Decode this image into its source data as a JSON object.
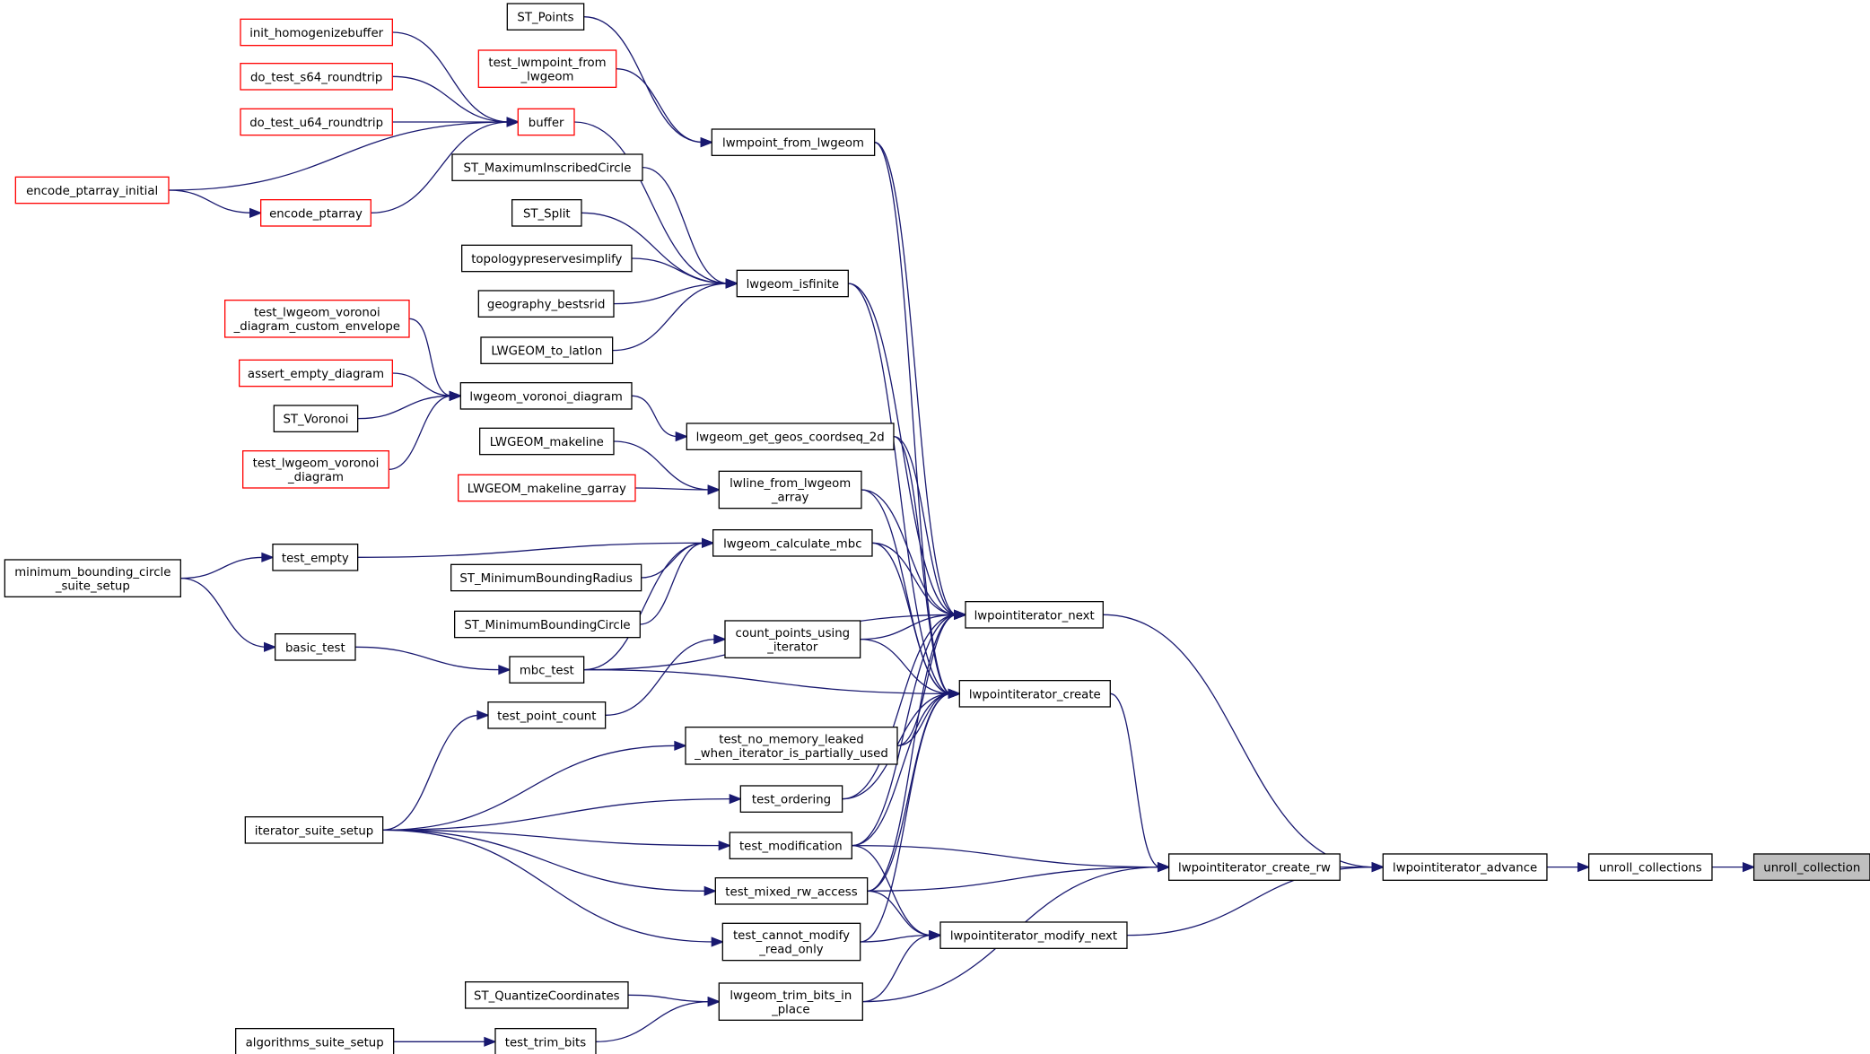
{
  "graph": {
    "title": "",
    "nodes": [
      {
        "id": "init_homogenizebuffer",
        "label": [
          "init_homogenizebuffer"
        ],
        "truncated": true
      },
      {
        "id": "do_test_s64_roundtrip",
        "label": [
          "do_test_s64_roundtrip"
        ],
        "truncated": true
      },
      {
        "id": "do_test_u64_roundtrip",
        "label": [
          "do_test_u64_roundtrip"
        ],
        "truncated": true
      },
      {
        "id": "encode_ptarray_initial",
        "label": [
          "encode_ptarray_initial"
        ],
        "truncated": true
      },
      {
        "id": "encode_ptarray",
        "label": [
          "encode_ptarray"
        ],
        "truncated": true
      },
      {
        "id": "buffer",
        "label": [
          "buffer"
        ],
        "truncated": true
      },
      {
        "id": "ST_Points",
        "label": [
          "ST_Points"
        ],
        "truncated": false
      },
      {
        "id": "test_lwmpoint_from_lwgeom",
        "label": [
          "test_lwmpoint_from",
          "_lwgeom"
        ],
        "truncated": true
      },
      {
        "id": "lwmpoint_from_lwgeom",
        "label": [
          "lwmpoint_from_lwgeom"
        ],
        "truncated": false
      },
      {
        "id": "ST_MaximumInscribedCircle",
        "label": [
          "ST_MaximumInscribedCircle"
        ],
        "truncated": false
      },
      {
        "id": "ST_Split",
        "label": [
          "ST_Split"
        ],
        "truncated": false
      },
      {
        "id": "topologypreservesimplify",
        "label": [
          "topologypreservesimplify"
        ],
        "truncated": false
      },
      {
        "id": "geography_bestsrid",
        "label": [
          "geography_bestsrid"
        ],
        "truncated": false
      },
      {
        "id": "LWGEOM_to_latlon",
        "label": [
          "LWGEOM_to_latlon"
        ],
        "truncated": false
      },
      {
        "id": "lwgeom_isfinite",
        "label": [
          "lwgeom_isfinite"
        ],
        "truncated": false
      },
      {
        "id": "test_lwgeom_voronoi_diagram_custom_envelope",
        "label": [
          "test_lwgeom_voronoi",
          "_diagram_custom_envelope"
        ],
        "truncated": true
      },
      {
        "id": "assert_empty_diagram",
        "label": [
          "assert_empty_diagram"
        ],
        "truncated": true
      },
      {
        "id": "ST_Voronoi",
        "label": [
          "ST_Voronoi"
        ],
        "truncated": false
      },
      {
        "id": "test_lwgeom_voronoi_diagram",
        "label": [
          "test_lwgeom_voronoi",
          "_diagram"
        ],
        "truncated": true
      },
      {
        "id": "lwgeom_voronoi_diagram",
        "label": [
          "lwgeom_voronoi_diagram"
        ],
        "truncated": false
      },
      {
        "id": "lwgeom_get_geos_coordseq_2d",
        "label": [
          "lwgeom_get_geos_coordseq_2d"
        ],
        "truncated": false
      },
      {
        "id": "LWGEOM_makeline",
        "label": [
          "LWGEOM_makeline"
        ],
        "truncated": false
      },
      {
        "id": "LWGEOM_makeline_garray",
        "label": [
          "LWGEOM_makeline_garray"
        ],
        "truncated": true
      },
      {
        "id": "lwline_from_lwgeom_array",
        "label": [
          "lwline_from_lwgeom",
          "_array"
        ],
        "truncated": false
      },
      {
        "id": "minimum_bounding_circle_suite_setup",
        "label": [
          "minimum_bounding_circle",
          "_suite_setup"
        ],
        "truncated": false
      },
      {
        "id": "test_empty",
        "label": [
          "test_empty"
        ],
        "truncated": false
      },
      {
        "id": "ST_MinimumBoundingRadius",
        "label": [
          "ST_MinimumBoundingRadius"
        ],
        "truncated": false
      },
      {
        "id": "ST_MinimumBoundingCircle",
        "label": [
          "ST_MinimumBoundingCircle"
        ],
        "truncated": false
      },
      {
        "id": "lwgeom_calculate_mbc",
        "label": [
          "lwgeom_calculate_mbc"
        ],
        "truncated": false
      },
      {
        "id": "basic_test",
        "label": [
          "basic_test"
        ],
        "truncated": false
      },
      {
        "id": "mbc_test",
        "label": [
          "mbc_test"
        ],
        "truncated": false
      },
      {
        "id": "count_points_using_iterator",
        "label": [
          "count_points_using",
          "_iterator"
        ],
        "truncated": false
      },
      {
        "id": "lwpointiterator_next",
        "label": [
          "lwpointiterator_next"
        ],
        "truncated": false
      },
      {
        "id": "test_point_count",
        "label": [
          "test_point_count"
        ],
        "truncated": false
      },
      {
        "id": "lwpointiterator_create",
        "label": [
          "lwpointiterator_create"
        ],
        "truncated": false
      },
      {
        "id": "test_no_memory_leaked",
        "label": [
          "test_no_memory_leaked",
          "_when_iterator_is_partially_used"
        ],
        "truncated": false
      },
      {
        "id": "iterator_suite_setup",
        "label": [
          "iterator_suite_setup"
        ],
        "truncated": false
      },
      {
        "id": "test_ordering",
        "label": [
          "test_ordering"
        ],
        "truncated": false
      },
      {
        "id": "test_modification",
        "label": [
          "test_modification"
        ],
        "truncated": false
      },
      {
        "id": "test_mixed_rw_access",
        "label": [
          "test_mixed_rw_access"
        ],
        "truncated": false
      },
      {
        "id": "lwpointiterator_create_rw",
        "label": [
          "lwpointiterator_create_rw"
        ],
        "truncated": false
      },
      {
        "id": "lwpointiterator_advance",
        "label": [
          "lwpointiterator_advance"
        ],
        "truncated": false
      },
      {
        "id": "unroll_collections",
        "label": [
          "unroll_collections"
        ],
        "truncated": false
      },
      {
        "id": "unroll_collection",
        "label": [
          "unroll_collection"
        ],
        "truncated": false,
        "selected": true
      },
      {
        "id": "test_cannot_modify_read_only",
        "label": [
          "test_cannot_modify",
          "_read_only"
        ],
        "truncated": false
      },
      {
        "id": "lwpointiterator_modify_next",
        "label": [
          "lwpointiterator_modify_next"
        ],
        "truncated": false
      },
      {
        "id": "ST_QuantizeCoordinates",
        "label": [
          "ST_QuantizeCoordinates"
        ],
        "truncated": false
      },
      {
        "id": "lwgeom_trim_bits_in_place",
        "label": [
          "lwgeom_trim_bits_in",
          "_place"
        ],
        "truncated": false
      },
      {
        "id": "algorithms_suite_setup",
        "label": [
          "algorithms_suite_setup"
        ],
        "truncated": false
      },
      {
        "id": "test_trim_bits",
        "label": [
          "test_trim_bits"
        ],
        "truncated": false
      }
    ],
    "edges": [
      [
        "init_homogenizebuffer",
        "buffer"
      ],
      [
        "do_test_s64_roundtrip",
        "buffer"
      ],
      [
        "do_test_u64_roundtrip",
        "buffer"
      ],
      [
        "encode_ptarray_initial",
        "buffer"
      ],
      [
        "encode_ptarray_initial",
        "encode_ptarray"
      ],
      [
        "encode_ptarray",
        "buffer"
      ],
      [
        "buffer",
        "lwgeom_isfinite"
      ],
      [
        "ST_Points",
        "lwmpoint_from_lwgeom"
      ],
      [
        "test_lwmpoint_from_lwgeom",
        "lwmpoint_from_lwgeom"
      ],
      [
        "lwmpoint_from_lwgeom",
        "lwpointiterator_next"
      ],
      [
        "lwmpoint_from_lwgeom",
        "lwpointiterator_create"
      ],
      [
        "ST_MaximumInscribedCircle",
        "lwgeom_isfinite"
      ],
      [
        "ST_Split",
        "lwgeom_isfinite"
      ],
      [
        "topologypreservesimplify",
        "lwgeom_isfinite"
      ],
      [
        "geography_bestsrid",
        "lwgeom_isfinite"
      ],
      [
        "LWGEOM_to_latlon",
        "lwgeom_isfinite"
      ],
      [
        "lwgeom_isfinite",
        "lwpointiterator_next"
      ],
      [
        "lwgeom_isfinite",
        "lwpointiterator_create"
      ],
      [
        "test_lwgeom_voronoi_diagram_custom_envelope",
        "lwgeom_voronoi_diagram"
      ],
      [
        "assert_empty_diagram",
        "lwgeom_voronoi_diagram"
      ],
      [
        "ST_Voronoi",
        "lwgeom_voronoi_diagram"
      ],
      [
        "test_lwgeom_voronoi_diagram",
        "lwgeom_voronoi_diagram"
      ],
      [
        "lwgeom_voronoi_diagram",
        "lwgeom_get_geos_coordseq_2d"
      ],
      [
        "lwgeom_get_geos_coordseq_2d",
        "lwpointiterator_next"
      ],
      [
        "lwgeom_get_geos_coordseq_2d",
        "lwpointiterator_create"
      ],
      [
        "LWGEOM_makeline",
        "lwline_from_lwgeom_array"
      ],
      [
        "LWGEOM_makeline_garray",
        "lwline_from_lwgeom_array"
      ],
      [
        "lwline_from_lwgeom_array",
        "lwpointiterator_next"
      ],
      [
        "lwline_from_lwgeom_array",
        "lwpointiterator_create"
      ],
      [
        "minimum_bounding_circle_suite_setup",
        "test_empty"
      ],
      [
        "minimum_bounding_circle_suite_setup",
        "basic_test"
      ],
      [
        "test_empty",
        "lwgeom_calculate_mbc"
      ],
      [
        "ST_MinimumBoundingRadius",
        "lwgeom_calculate_mbc"
      ],
      [
        "ST_MinimumBoundingCircle",
        "lwgeom_calculate_mbc"
      ],
      [
        "basic_test",
        "mbc_test"
      ],
      [
        "mbc_test",
        "lwgeom_calculate_mbc"
      ],
      [
        "mbc_test",
        "lwpointiterator_next"
      ],
      [
        "mbc_test",
        "lwpointiterator_create"
      ],
      [
        "lwgeom_calculate_mbc",
        "lwpointiterator_next"
      ],
      [
        "lwgeom_calculate_mbc",
        "lwpointiterator_create"
      ],
      [
        "count_points_using_iterator",
        "lwpointiterator_next"
      ],
      [
        "count_points_using_iterator",
        "lwpointiterator_create"
      ],
      [
        "test_point_count",
        "count_points_using_iterator"
      ],
      [
        "iterator_suite_setup",
        "test_point_count"
      ],
      [
        "iterator_suite_setup",
        "test_no_memory_leaked"
      ],
      [
        "iterator_suite_setup",
        "test_ordering"
      ],
      [
        "iterator_suite_setup",
        "test_modification"
      ],
      [
        "iterator_suite_setup",
        "test_mixed_rw_access"
      ],
      [
        "iterator_suite_setup",
        "test_cannot_modify_read_only"
      ],
      [
        "test_no_memory_leaked",
        "lwpointiterator_next"
      ],
      [
        "test_no_memory_leaked",
        "lwpointiterator_create"
      ],
      [
        "test_ordering",
        "lwpointiterator_next"
      ],
      [
        "test_ordering",
        "lwpointiterator_create"
      ],
      [
        "test_modification",
        "lwpointiterator_next"
      ],
      [
        "test_modification",
        "lwpointiterator_create"
      ],
      [
        "test_modification",
        "lwpointiterator_create_rw"
      ],
      [
        "test_modification",
        "lwpointiterator_modify_next"
      ],
      [
        "test_mixed_rw_access",
        "lwpointiterator_next"
      ],
      [
        "test_mixed_rw_access",
        "lwpointiterator_create"
      ],
      [
        "test_mixed_rw_access",
        "lwpointiterator_create_rw"
      ],
      [
        "test_mixed_rw_access",
        "lwpointiterator_modify_next"
      ],
      [
        "test_cannot_modify_read_only",
        "lwpointiterator_create"
      ],
      [
        "test_cannot_modify_read_only",
        "lwpointiterator_modify_next"
      ],
      [
        "ST_QuantizeCoordinates",
        "lwgeom_trim_bits_in_place"
      ],
      [
        "algorithms_suite_setup",
        "test_trim_bits"
      ],
      [
        "test_trim_bits",
        "lwgeom_trim_bits_in_place"
      ],
      [
        "lwgeom_trim_bits_in_place",
        "lwpointiterator_modify_next"
      ],
      [
        "lwgeom_trim_bits_in_place",
        "lwpointiterator_create_rw"
      ],
      [
        "lwpointiterator_next",
        "lwpointiterator_advance"
      ],
      [
        "lwpointiterator_create",
        "lwpointiterator_create_rw"
      ],
      [
        "lwpointiterator_create_rw",
        "lwpointiterator_advance"
      ],
      [
        "lwpointiterator_modify_next",
        "lwpointiterator_advance"
      ],
      [
        "lwpointiterator_advance",
        "unroll_collections"
      ],
      [
        "unroll_collections",
        "unroll_collection"
      ]
    ]
  }
}
